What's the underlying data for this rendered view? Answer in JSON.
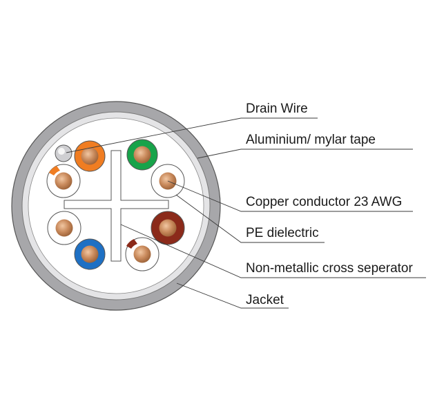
{
  "labels": {
    "drain_wire": "Drain Wire",
    "foil_tape": "Aluminium/ mylar tape",
    "conductor": "Copper conductor 23 AWG",
    "dielectric": "PE dielectric",
    "separator": "Non-metallic cross seperator",
    "jacket": "Jacket"
  },
  "colors": {
    "jacket": "#a7a7aa",
    "foil": "#e4e4e6",
    "copper": "#c98a5c",
    "orange": "#f07d22",
    "green": "#17a34a",
    "blue": "#1e70c4",
    "brown": "#8b2a1a",
    "leader_line": "#3a3a3a"
  }
}
